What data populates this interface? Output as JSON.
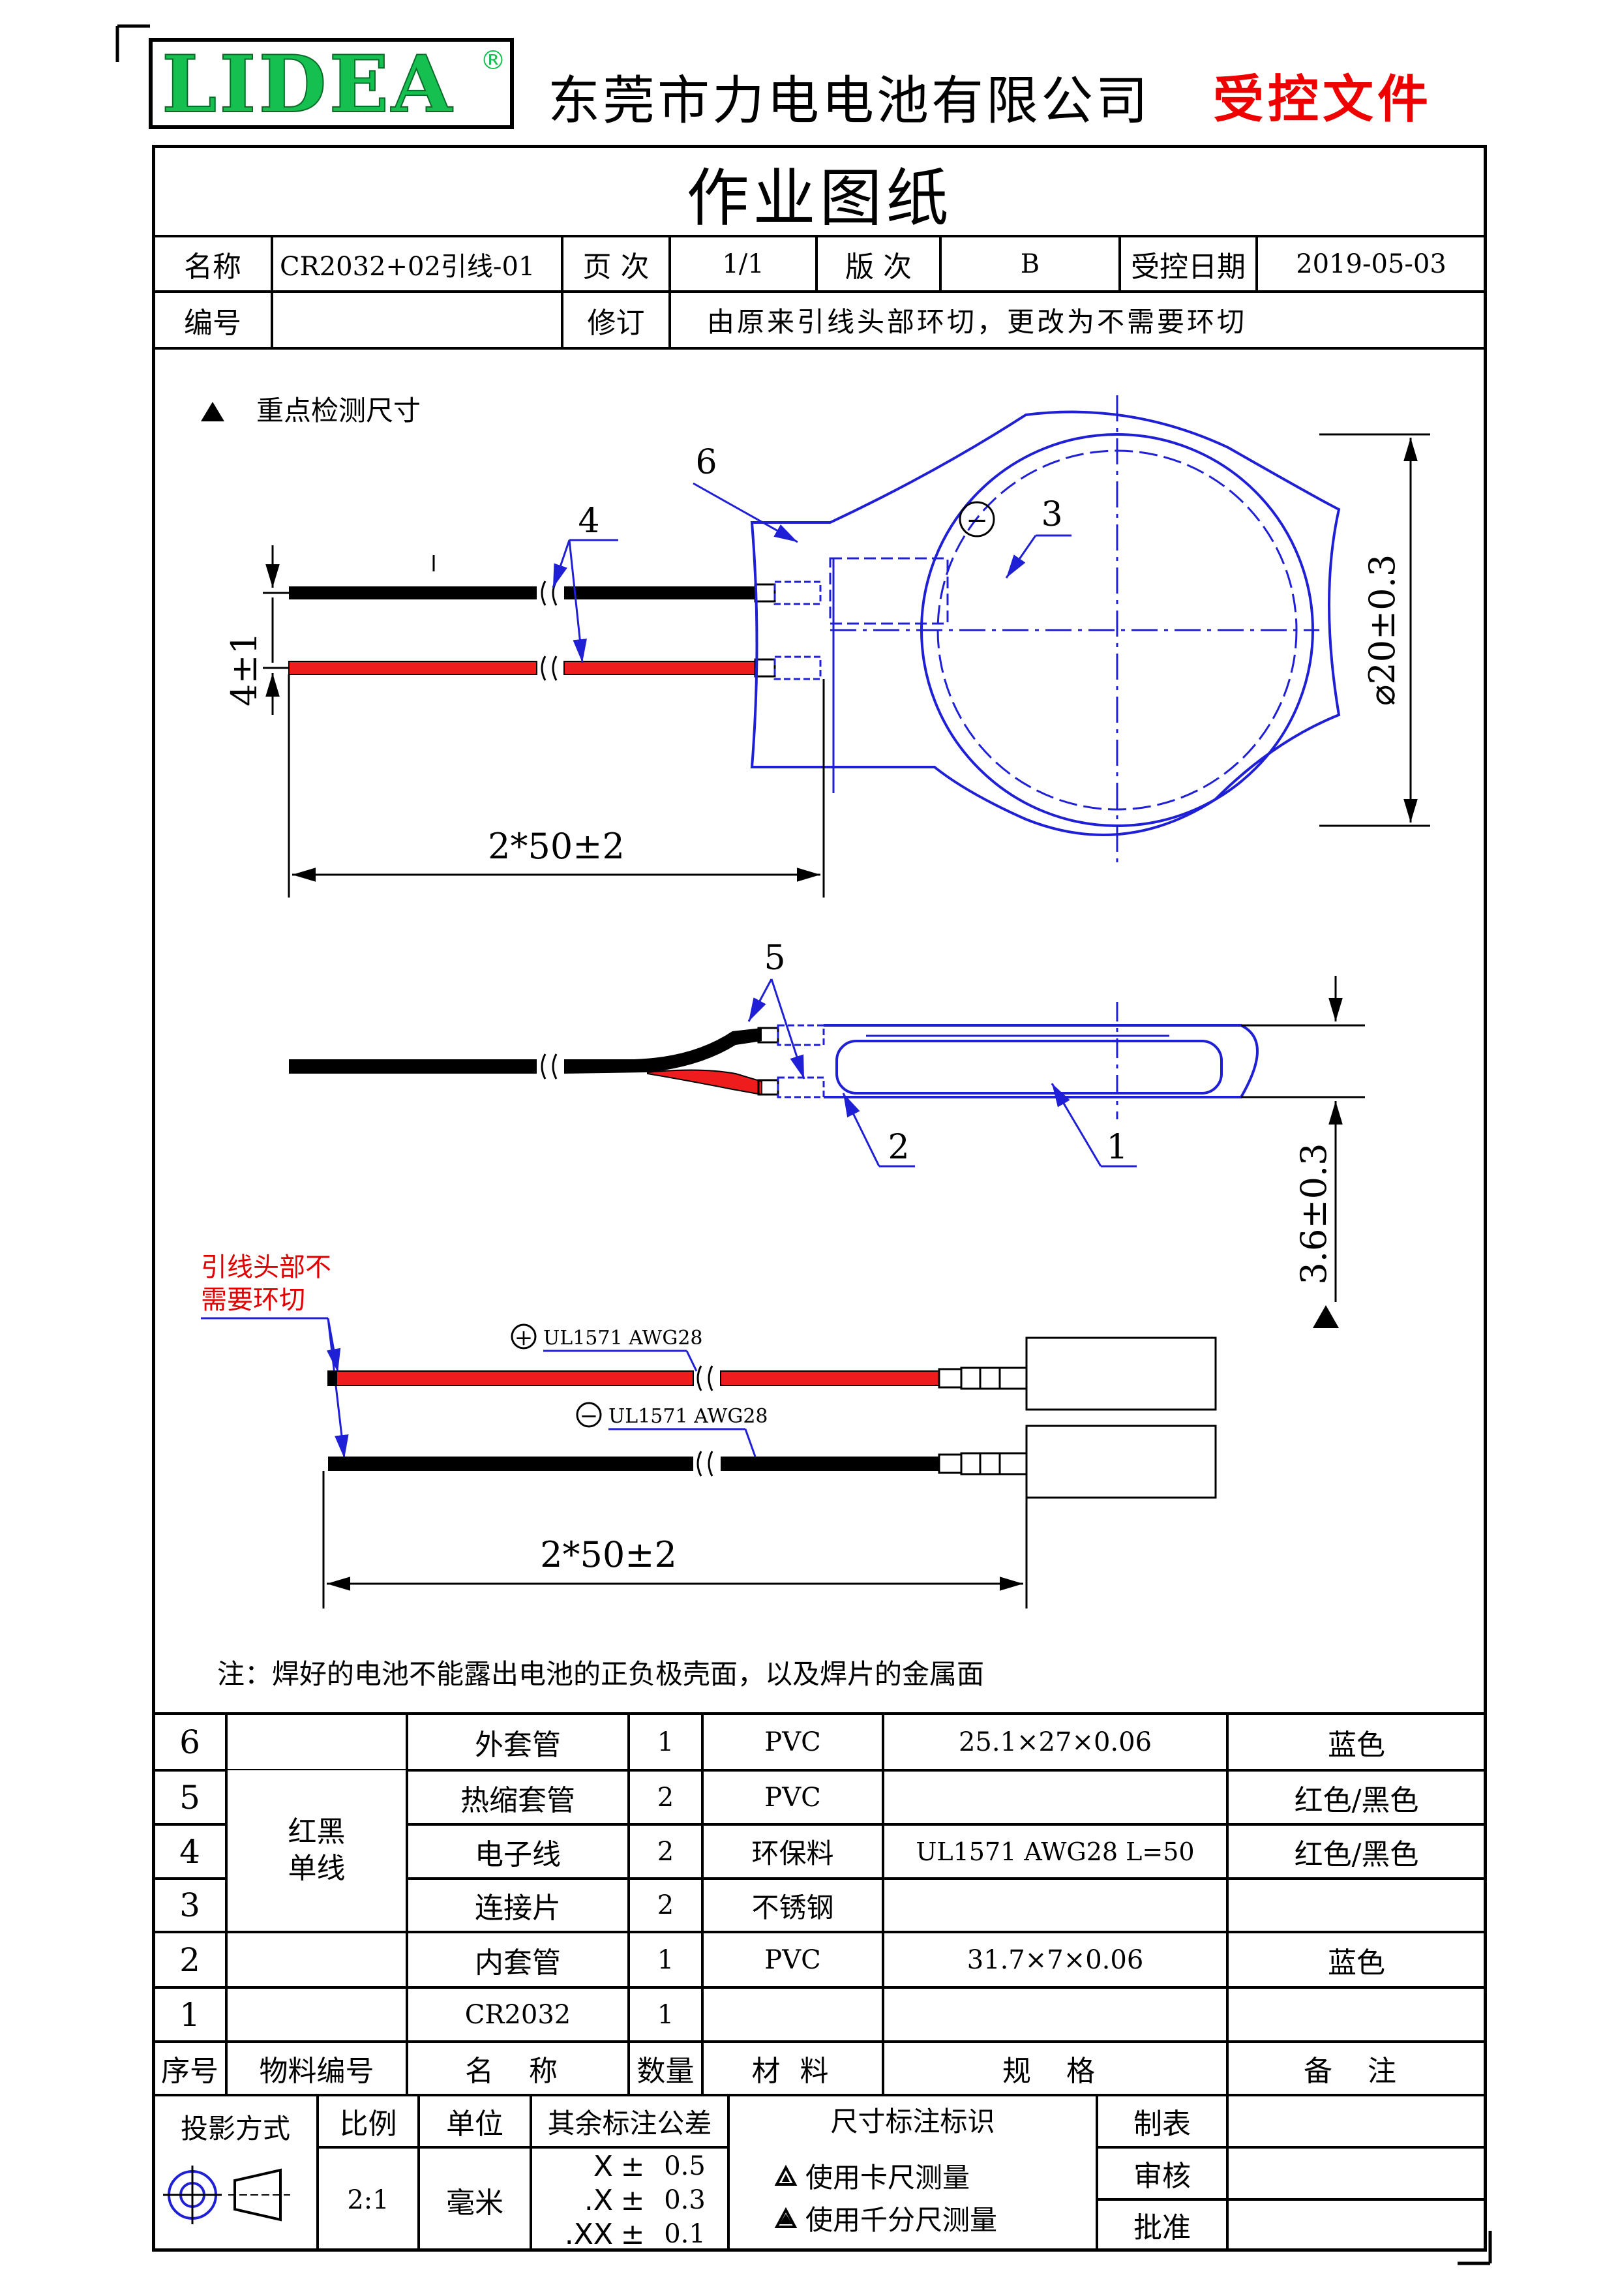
{
  "header": {
    "logo": "LIDEA",
    "logo_reg": "®",
    "company": "东莞市力电电池有限公司",
    "controlled": "受控文件"
  },
  "title": "作业图纸",
  "info": {
    "name_label": "名称",
    "name_value": "CR2032+02引线-01",
    "page_label": "页 次",
    "page_value": "1/1",
    "version_label": "版 次",
    "version_value": "B",
    "date_label": "受控日期",
    "date_value": "2019-05-03",
    "code_label": "编号",
    "code_value": "",
    "revision_label": "修订",
    "revision_value": "由原来引线头部环切，更改为不需要环切"
  },
  "drawing": {
    "key_dim_legend": "重点检测尺寸",
    "callouts": [
      "6",
      "4",
      "3",
      "5",
      "2",
      "1"
    ],
    "minus_sign": "−",
    "plus_sign": "+",
    "dim_diameter": "⌀20±0.3",
    "dim_pitch": "4±1",
    "dim_length_top": "2*50±2",
    "dim_thickness": "3.6±0.3",
    "dim_length_bottom": "2*50±2",
    "wire_spec_pos": "UL1571 AWG28",
    "wire_spec_neg": "UL1571 AWG28",
    "note_red": [
      "引线头部不",
      "需要环切"
    ],
    "note": "注：焊好的电池不能露出电池的正负极壳面，以及焊片的金属面"
  },
  "colors": {
    "wire_red": "#ee1c1c",
    "wire_black": "#000000",
    "drawing_blue": "#1f1fd6",
    "logo_green": "#16c050",
    "stamp_red": "#e00000"
  },
  "bom": {
    "group_label": [
      "红黑",
      "单线"
    ],
    "rows": [
      {
        "no": "6",
        "code": "",
        "name": "外套管",
        "qty": "1",
        "material": "PVC",
        "spec": "25.1×27×0.06",
        "remark": "蓝色"
      },
      {
        "no": "5",
        "code": "",
        "name": "热缩套管",
        "qty": "2",
        "material": "PVC",
        "spec": "",
        "remark": "红色/黑色"
      },
      {
        "no": "4",
        "code": "",
        "name": "电子线",
        "qty": "2",
        "material": "环保料",
        "spec": "UL1571 AWG28 L=50",
        "remark": "红色/黑色"
      },
      {
        "no": "3",
        "code": "",
        "name": "连接片",
        "qty": "2",
        "material": "不锈钢",
        "spec": "",
        "remark": ""
      },
      {
        "no": "2",
        "code": "",
        "name": "内套管",
        "qty": "1",
        "material": "PVC",
        "spec": "31.7×7×0.06",
        "remark": "蓝色"
      },
      {
        "no": "1",
        "code": "",
        "name": "CR2032",
        "qty": "1",
        "material": "",
        "spec": "",
        "remark": ""
      }
    ],
    "headers": {
      "no": "序号",
      "code": "物料编号",
      "name": "名 称",
      "qty": "数量",
      "material": "材 料",
      "spec": "规 格",
      "remark": "备 注"
    }
  },
  "footer": {
    "projection_label": "投影方式",
    "scale_label": "比例",
    "scale_value": "2:1",
    "unit_label": "单位",
    "unit_value": "毫米",
    "tolerance_label": "其余标注公差",
    "tolerances": [
      {
        "fmt": "X",
        "pm": "±",
        "val": "0.5"
      },
      {
        "fmt": ".X",
        "pm": "±",
        "val": "0.3"
      },
      {
        "fmt": ".XX",
        "pm": "±",
        "val": "0.1"
      }
    ],
    "dim_mark_label": "尺寸标注标识",
    "dim_marks": [
      "使用卡尺测量",
      "使用千分尺测量"
    ],
    "make_label": "制表",
    "check_label": "审核",
    "approve_label": "批准"
  }
}
